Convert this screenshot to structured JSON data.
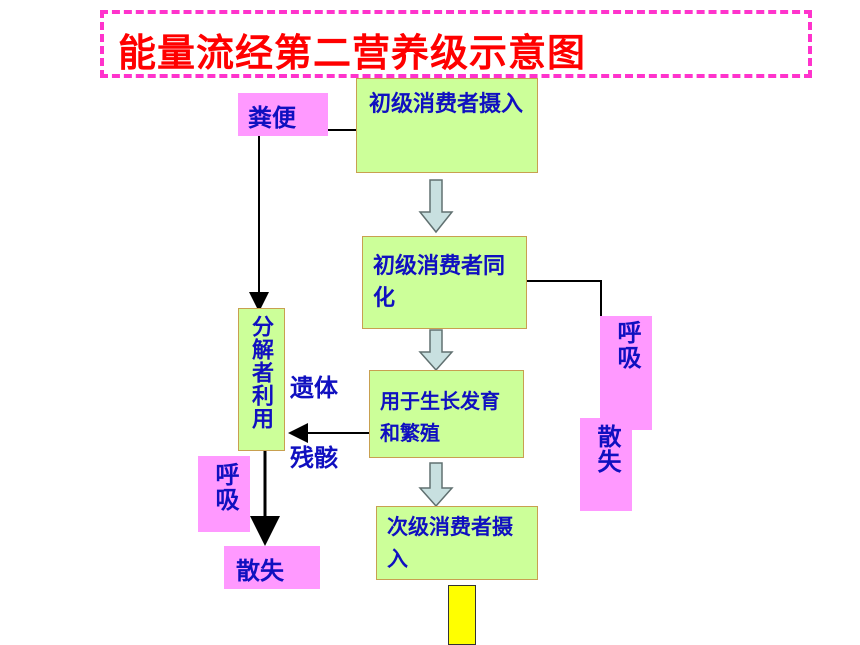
{
  "title": "能量流经第二营养级示意图",
  "nodes": {
    "intake": "初级消费者摄入",
    "assimilation": "初级消费者同化",
    "growth": "用于生长发育和繁殖",
    "next_intake": "次级消费者摄入",
    "feces": "粪便",
    "decomposer": "分解者利用",
    "respiration_right": "呼吸",
    "dissipation_right": "散失",
    "respiration_left": "呼吸",
    "dissipation_left": "散失"
  },
  "labels": {
    "remains": "遗体",
    "carcass": "残骸"
  },
  "colors": {
    "title": "#ff0000",
    "frame": "#ff33cc",
    "box_fill": "#ccff99",
    "label_fill": "#ff99ff",
    "text": "#1010c0",
    "arrow_fill": "#c8e0e0"
  }
}
